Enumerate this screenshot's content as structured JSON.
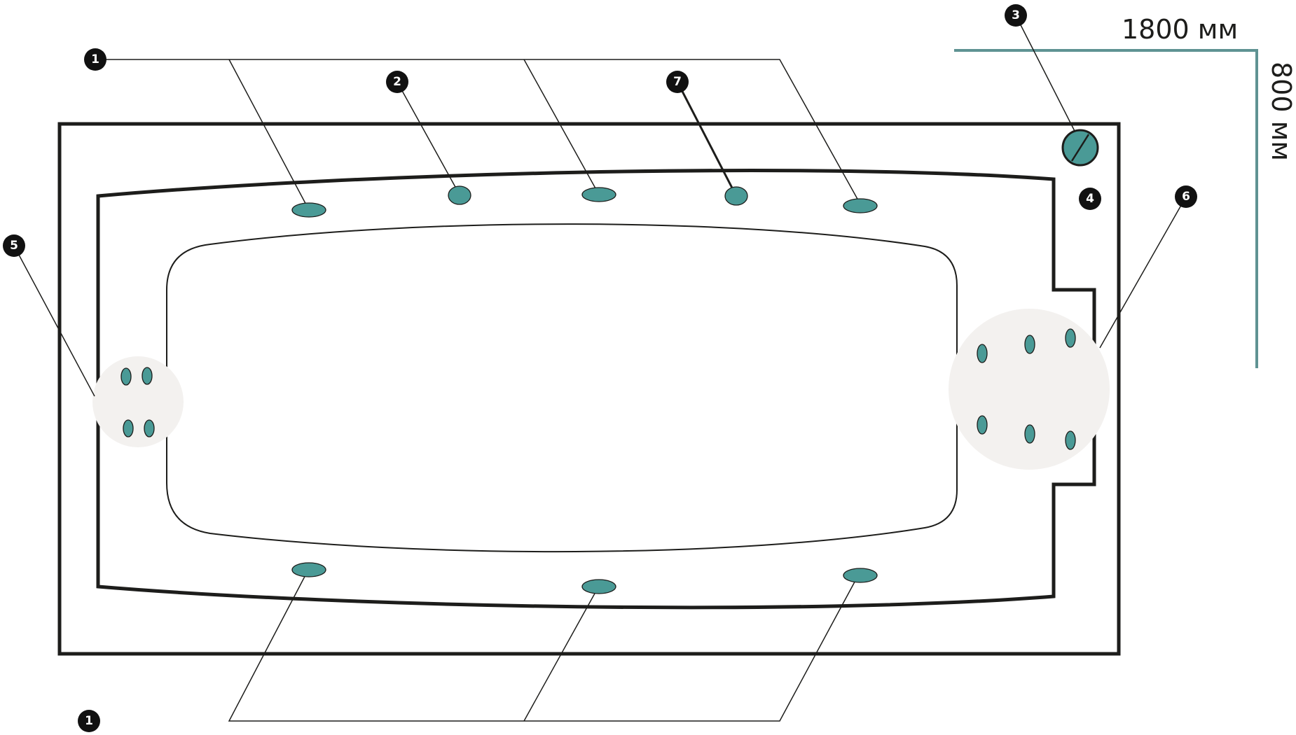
{
  "colors": {
    "accent": "#4a9a96",
    "outline": "#1d1d1b",
    "zone_fill": "#f3f1ef",
    "dimension_line": "#5f9393"
  },
  "dimensions": {
    "length": "1800 мм",
    "width": "800 мм"
  },
  "callouts": {
    "side_jets_top": "1",
    "side_jets_bottom": "1",
    "jet_2": "2",
    "control_3": "3",
    "label_4": "4",
    "back_zone_5": "5",
    "headrest_zone_6": "6",
    "jet_7": "7"
  }
}
